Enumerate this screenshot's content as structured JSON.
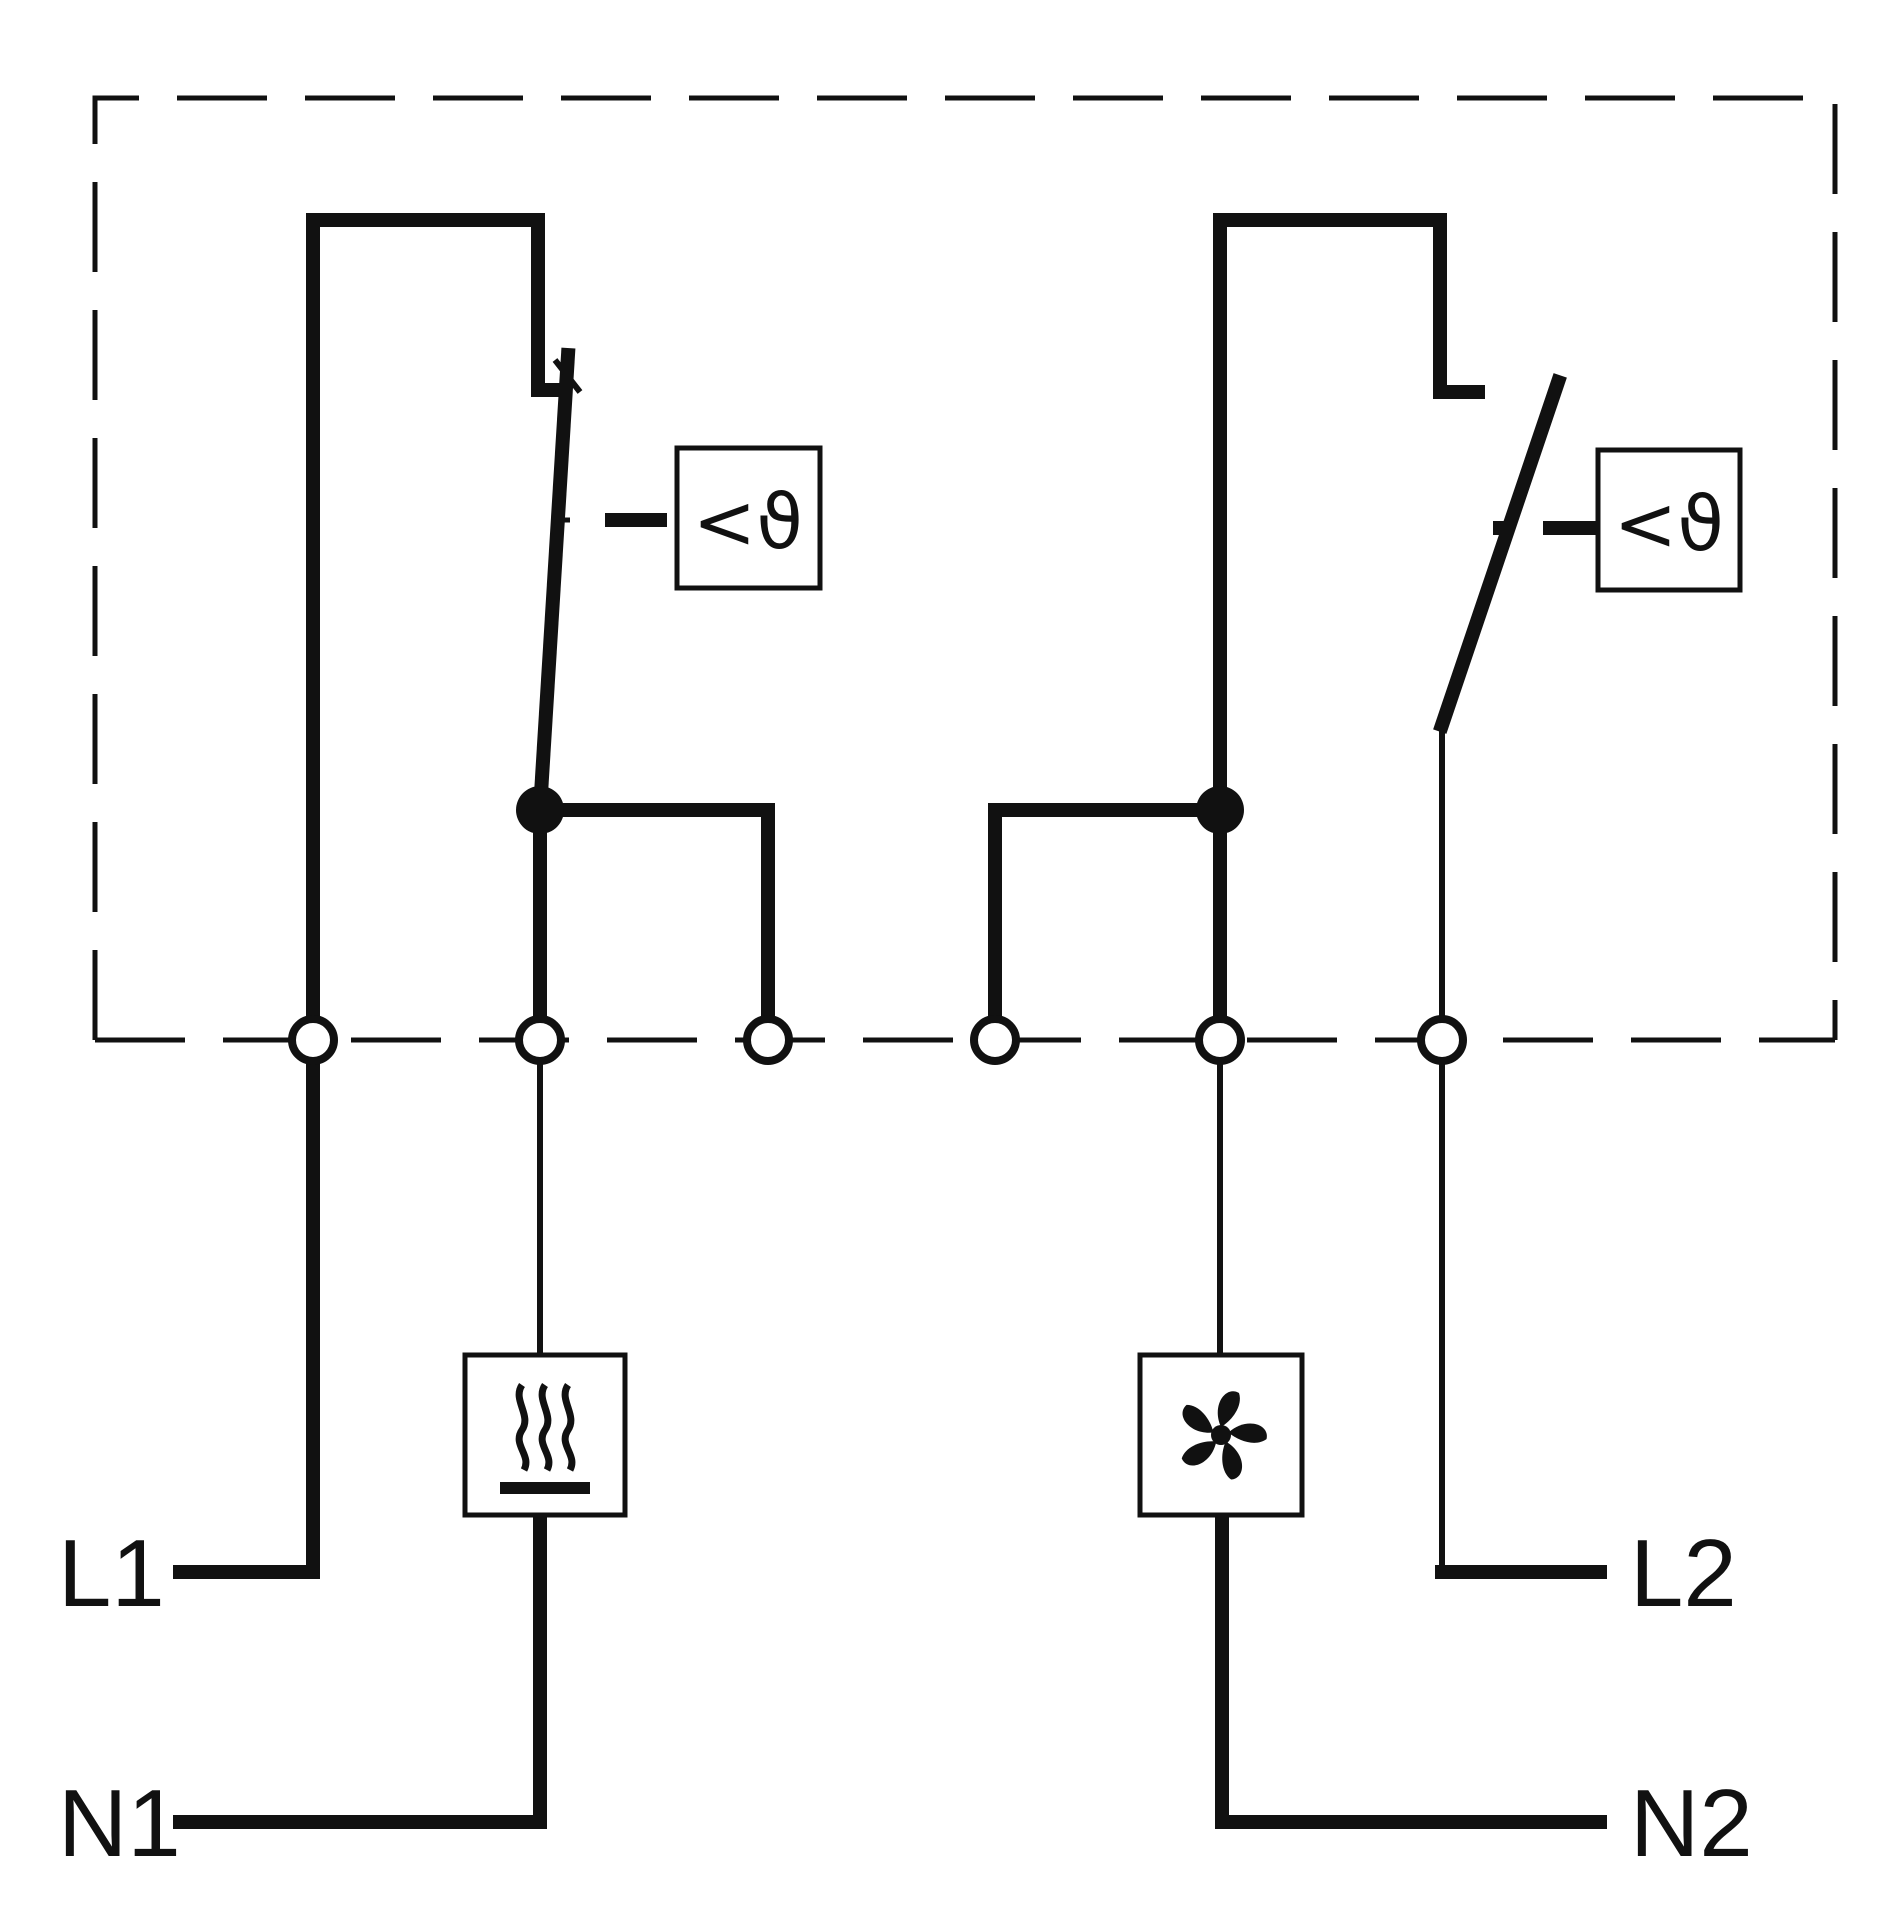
{
  "labels": {
    "l1": "L1",
    "n1": "N1",
    "l2": "L2",
    "n2": "N2"
  },
  "thermostats": {
    "left_symbol": "<ϑ",
    "right_symbol": "<ϑ"
  },
  "icons": {
    "heater": "heater-icon",
    "fan": "fan-icon"
  },
  "colors": {
    "line": "#111111",
    "background": "#ffffff"
  }
}
